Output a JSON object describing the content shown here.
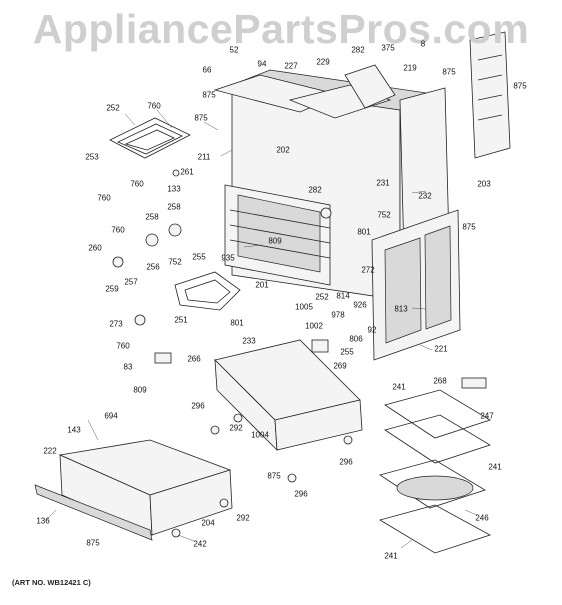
{
  "watermark": "AppliancePartsPros.com",
  "art_number": "(ART NO. WB12421 C)",
  "icons": [
    "oven-cavity",
    "door",
    "drawer",
    "oven-rack",
    "broil-element",
    "bake-element"
  ]
}
